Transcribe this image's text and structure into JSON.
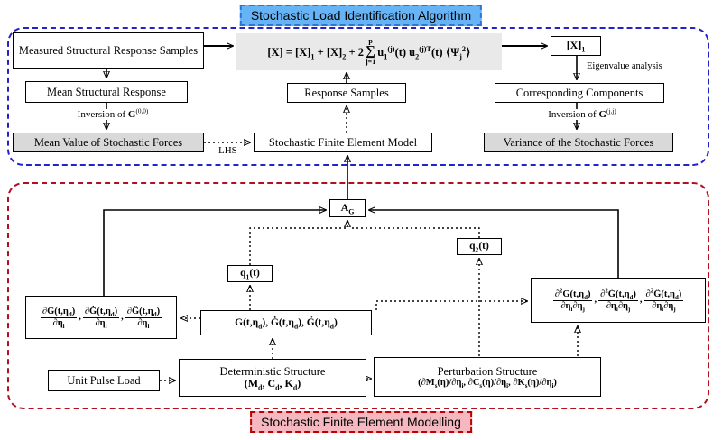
{
  "colors": {
    "banner-blue-bg": "#66b3f5",
    "banner-blue-border": "#2e75d6",
    "banner-pink-bg": "#f5b8c0",
    "banner-pink-border": "#c00000",
    "container-blue-border": "#2323c8",
    "container-red-border": "#b01020",
    "box-gray": "#d9d9d9",
    "equation-gray": "#e9e9e9"
  },
  "banners": {
    "top": "Stochastic Load Identification Algorithm",
    "bottom": "Stochastic Finite Element Modelling"
  },
  "algorithm": {
    "measured_samples": "Measured Structural Response Samples",
    "mean_response": "Mean Structural Response",
    "mean_forces": "Mean Value of Stochastic Forces",
    "response_samples": "Response Samples",
    "sfem_model": "Stochastic Finite Element Model",
    "x1": "[X]_{1}",
    "corresponding_components": "Corresponding  Components",
    "variance_forces": "Variance of the Stochastic Forces",
    "labels": {
      "inversion_g00": "Inversion  of  *G*^{(0,0)}",
      "lhs": "LHS",
      "eigenvalue": "Eigenvalue  analysis",
      "inversion_gjj": "Inversion  of  *G*^{(j,j)}"
    },
    "equation": {
      "pre": "[X] = [X]_{1} + [X]_{2} + 2",
      "sum_top": "p",
      "sum_symbol": "∑",
      "sum_bottom": "j=1",
      "post": "u_{1}^{(j)}(t) u_{2}^{(j)T}(t) ⟨Ψ_{j}^{2}⟩"
    }
  },
  "modelling": {
    "ag": "A_{G}",
    "q1": "q_{1}(t)",
    "q2": "q_{2}(t)",
    "separator": ",",
    "first_derivatives": [
      {
        "num": "∂G(t,η_{d})",
        "den": "∂η_{i}"
      },
      {
        "num": "∂Ġ(t,η_{d})",
        "den": "∂η_{i}"
      },
      {
        "num": "∂G̈(t,η_{d})",
        "den": "∂η_{i}"
      }
    ],
    "impulse_responses": "G(t,η_{d}), Ġ(t,η_{d}), G̈(t,η_{d})",
    "second_derivatives": [
      {
        "num": "∂^{2}G(t,η_{d})",
        "den": "∂η_{i}∂η_{j}"
      },
      {
        "num": "∂^{2}Ġ(t,η_{d})",
        "den": "∂η_{i}∂η_{j}"
      },
      {
        "num": "∂^{2}G̈(t,η_{d})",
        "den": "∂η_{i}∂η_{j}"
      }
    ],
    "unit_pulse": "Unit Pulse Load",
    "deterministic_title": "Deterministic Structure",
    "deterministic_params": "(M_{d}, C_{d}, K_{d})",
    "perturbation_title": "Perturbation Structure",
    "perturbation_params": "(∂M_{s}(η)/∂η_{i}, ∂C_{s}(η)/∂η_{i}, ∂K_{s}(η)/∂η_{i})"
  }
}
